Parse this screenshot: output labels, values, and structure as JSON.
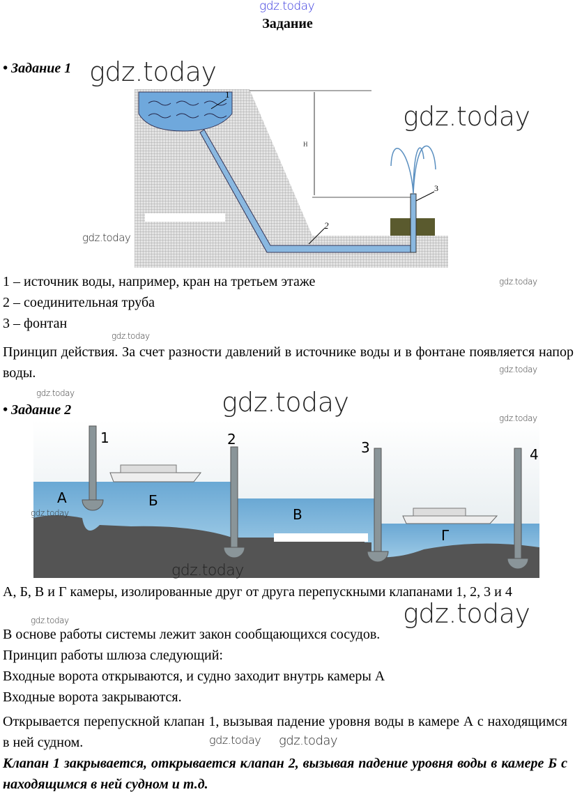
{
  "header": {
    "watermark": "gdz.today",
    "title": "Задание"
  },
  "task1": {
    "heading": "• Задание 1",
    "figure_labels": {
      "n1": "1",
      "n2": "2",
      "n3": "3",
      "H": "H"
    },
    "lines": [
      "1 – источник воды, например, кран на третьем этаже",
      "2 – соединительная труба",
      "3 – фонтан"
    ],
    "paragraph": "Принцип действия. За счет разности давлений в источнике воды и в фонтане появляется напор воды."
  },
  "task2": {
    "heading": "• Задание 2",
    "figure_labels": {
      "v1": "1",
      "v2": "2",
      "v3": "3",
      "v4": "4",
      "A": "А",
      "B": "Б",
      "V": "В",
      "G": "Г"
    },
    "paragraph1": "А, Б, В и Г камеры, изолированные друг от друга перепускными клапанами 1, 2, 3 и 4",
    "lines": [
      "В основе работы системы лежит закон сообщающихся сосудов.",
      "Принцип работы шлюза следующий:",
      "Входные ворота открываются, и судно заходит внутрь камеры А",
      "Входные ворота закрываются."
    ],
    "paragraph2": "Открывается перепускной клапан 1, вызывая падение уровня воды в камере А с находящимся в ней судном.",
    "bold_paragraph": "Клапан 1 закрывается, открывается клапан 2, вызывая падение уровня воды в камере Б с находящимся в ней судном и т.д."
  },
  "watermark": "gdz.today"
}
